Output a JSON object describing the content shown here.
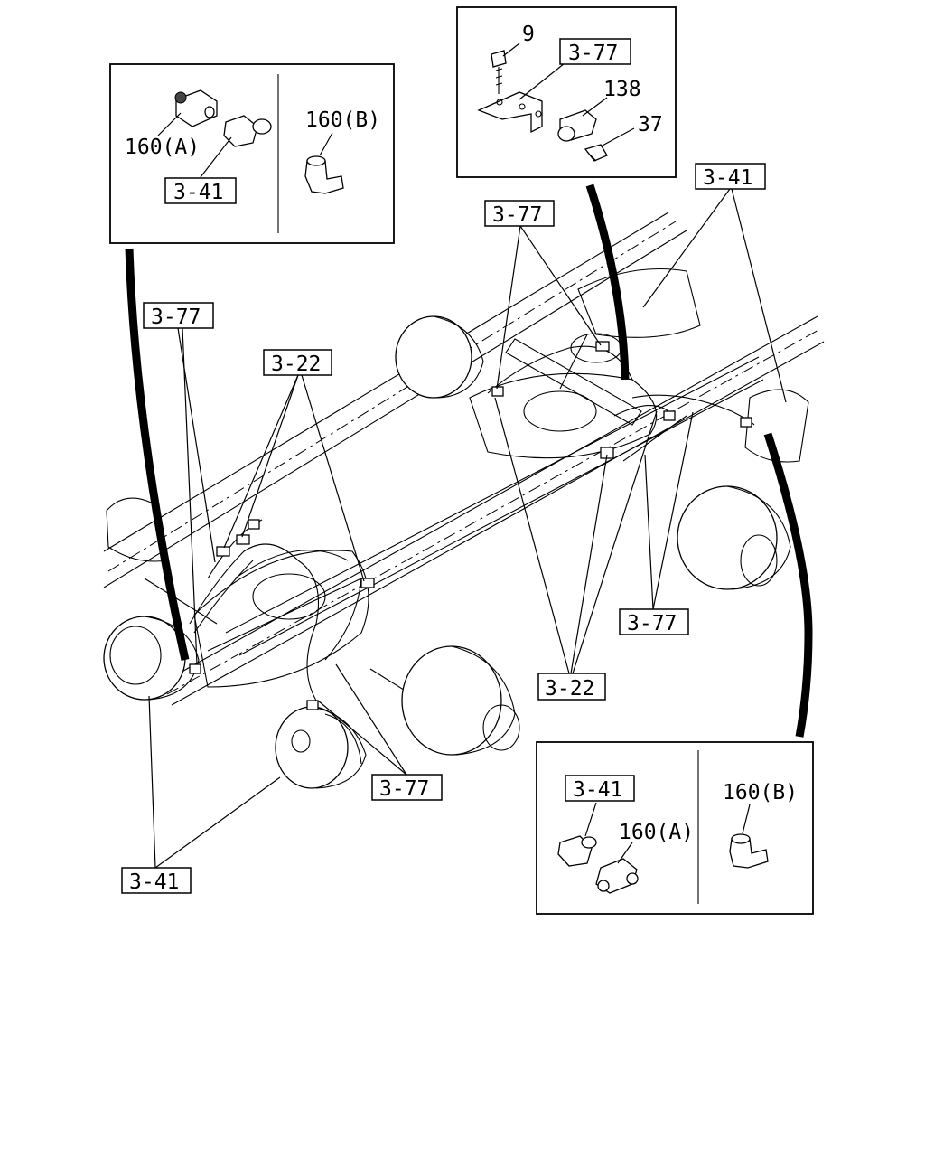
{
  "callouts": {
    "ref_3_77": "3-77",
    "ref_3_41": "3-41",
    "ref_3_22": "3-22"
  },
  "parts": {
    "p9": "9",
    "p138": "138",
    "p37": "37",
    "p160a": "160(A)",
    "p160b": "160(B)"
  }
}
